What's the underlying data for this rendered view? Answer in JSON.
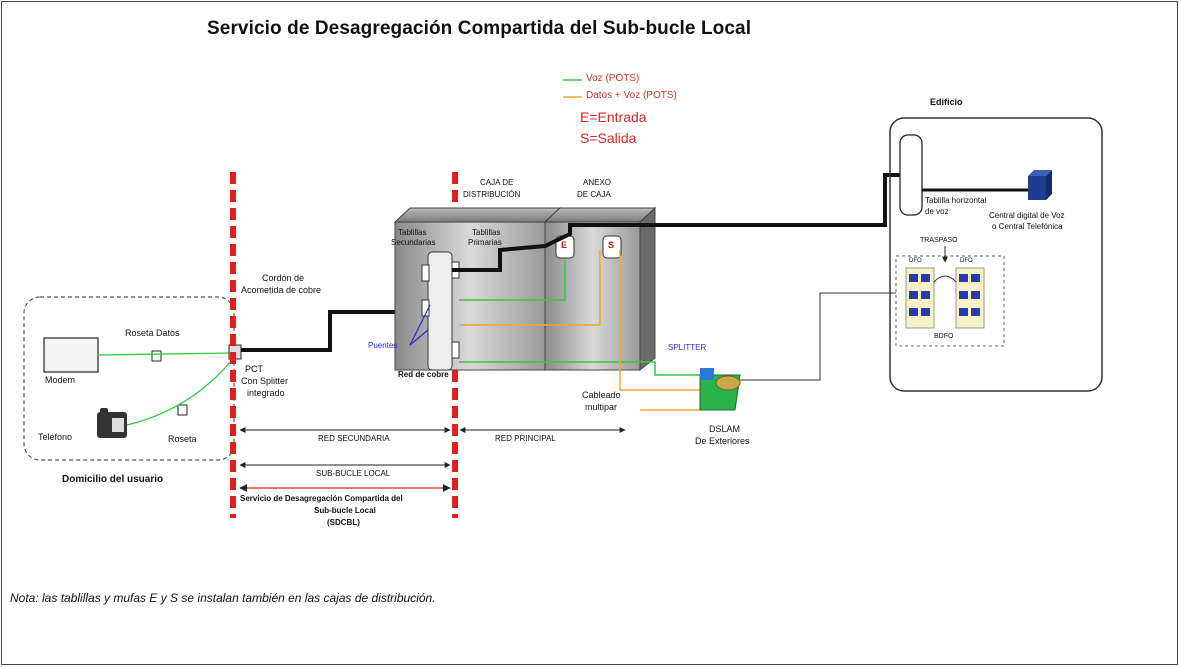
{
  "title": "Servicio de Desagregación Compartida del Sub-bucle Local",
  "legend": {
    "voz": "Voz (POTS)",
    "datos_voz": "Datos + Voz (POTS)",
    "entrada": "E=Entrada",
    "salida": "S=Salida",
    "colors": {
      "voz": "#2ecc40",
      "datos_voz": "#f0a830",
      "cable": "#000000",
      "boundary": "#e02020"
    }
  },
  "user_home": {
    "title": "Domicilio del usuario",
    "modem": "Modem",
    "telefono": "Teléfono",
    "roseta_datos": "Roseta Datos",
    "roseta": "Roseta"
  },
  "pct": {
    "line1": "PCT",
    "line2": "Con Splitter",
    "line3": "integrado"
  },
  "cordon": {
    "line1": "Cordón de",
    "line2": "Acometida de cobre"
  },
  "caja": {
    "title1": "CAJA DE",
    "title2": "DISTRIBUCIÓN",
    "anexo1": "ANEXO",
    "anexo2": "DE CAJA",
    "tab_sec1": "Tablillas",
    "tab_sec2": "Secundarias",
    "tab_pri1": "Tablillas",
    "tab_pri2": "Primarias",
    "puentes": "Puentes",
    "red_cobre": "Red de cobre",
    "mufa_e": "E",
    "mufa_s": "S"
  },
  "splitter": "SPLITTER",
  "cableado": {
    "line1": "Cableado",
    "line2": "multipar"
  },
  "dslam": {
    "line1": "DSLAM",
    "line2": "De Exteriores"
  },
  "spans": {
    "red_secundaria": "RED SECUNDARIA",
    "red_principal": "RED PRINCIPAL",
    "sub_bucle": "SUB-BUCLE LOCAL",
    "sdcbl1": "Servicio de Desagregación Compartida del",
    "sdcbl2": "Sub-bucle Local",
    "sdcbl3": "(SDCBL)"
  },
  "edificio": {
    "title": "Edificio",
    "tablilla1": "Tablilla horizontal",
    "tablilla2": "de voz",
    "central1": "Central digital de Voz",
    "central2": "o Central Telefónica",
    "traspaso": "TRASPASO",
    "bdfo": "BDFO",
    "dfo_left": "DFO",
    "dfo_right": "DFO"
  },
  "note": "Nota: las tablillas y mufas E y S se instalan también en las cajas de distribución."
}
